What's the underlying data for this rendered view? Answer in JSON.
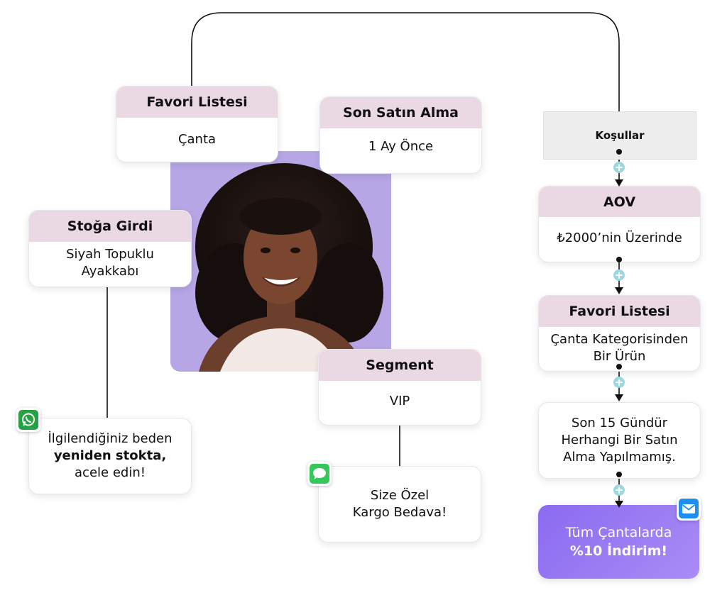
{
  "cards": {
    "favorites_top": {
      "title": "Favori Listesi",
      "value": "Çanta"
    },
    "last_purchase": {
      "title": "Son Satın Alma",
      "value": "1 Ay Önce"
    },
    "back_in_stock": {
      "title": "Stoğa Girdi",
      "value_line1": "Siyah Topuklu",
      "value_line2": "Ayakkabı"
    },
    "segment": {
      "title": "Segment",
      "value": "VIP"
    }
  },
  "messages": {
    "whatsapp": {
      "line1": "İlgilendiğiniz beden",
      "line2_bold": "yeniden stokta,",
      "line3": "acele edin!"
    },
    "sms": {
      "line1": "Size Özel",
      "line2": "Kargo Bedava!"
    }
  },
  "flow": {
    "conditions_label": "Koşullar",
    "aov": {
      "title": "AOV",
      "value": "₺2000’nin Üzerinde"
    },
    "favorites": {
      "title": "Favori Listesi",
      "value_line1": "Çanta Kategorisinden",
      "value_line2": "Bir Ürün"
    },
    "no_purchase": {
      "line1": "Son 15 Gündür",
      "line2": "Herhangi Bir Satın",
      "line3": "Alma Yapılmamış."
    },
    "cta": {
      "line1": "Tüm Çantalarda",
      "line2_bold": "%10 İndirim!"
    }
  },
  "colors": {
    "header_bg": "#ead9e2",
    "cta_gradient_start": "#8b6bf0",
    "cta_gradient_end": "#a98cf6",
    "photo_bg": "#b7a6e6",
    "whatsapp_green": "#25a244",
    "sms_green": "#34c759",
    "mail_blue": "#1e8ef0",
    "plus_teal": "#9cd8de"
  },
  "icons": [
    "whatsapp-icon",
    "sms-icon",
    "mail-icon",
    "plus-icon",
    "portrait-photo"
  ]
}
